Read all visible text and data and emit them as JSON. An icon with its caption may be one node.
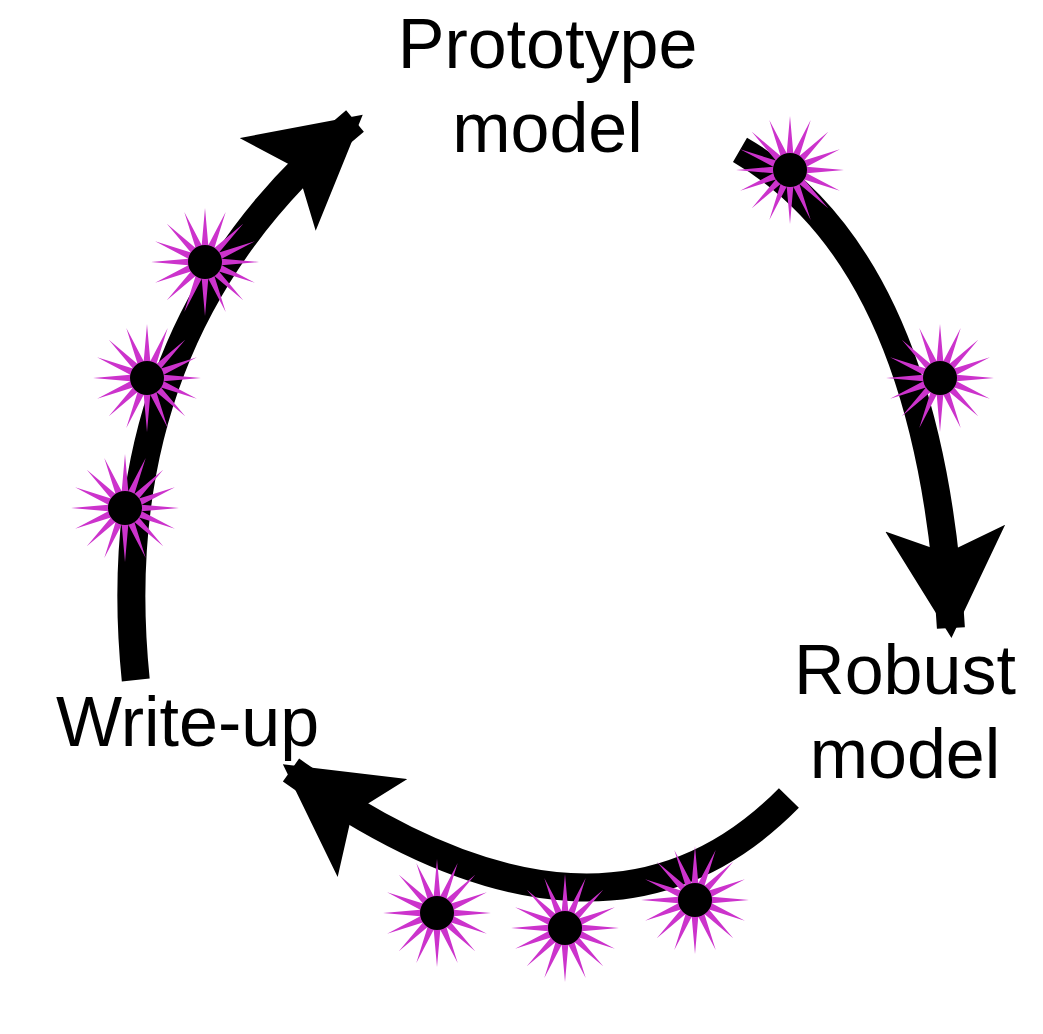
{
  "diagram": {
    "nodes": [
      {
        "text": [
          "Prototype model"
        ]
      },
      {
        "text": [
          "Robust model"
        ]
      },
      {
        "text": [
          "Write-up"
        ]
      }
    ],
    "edges": [
      {
        "from": 0,
        "to": 1,
        "arrow": "to"
      },
      {
        "from": 1,
        "to": 2,
        "arrow": "to"
      },
      {
        "from": 2,
        "to": 0,
        "arrow": "to"
      }
    ]
  }
}
